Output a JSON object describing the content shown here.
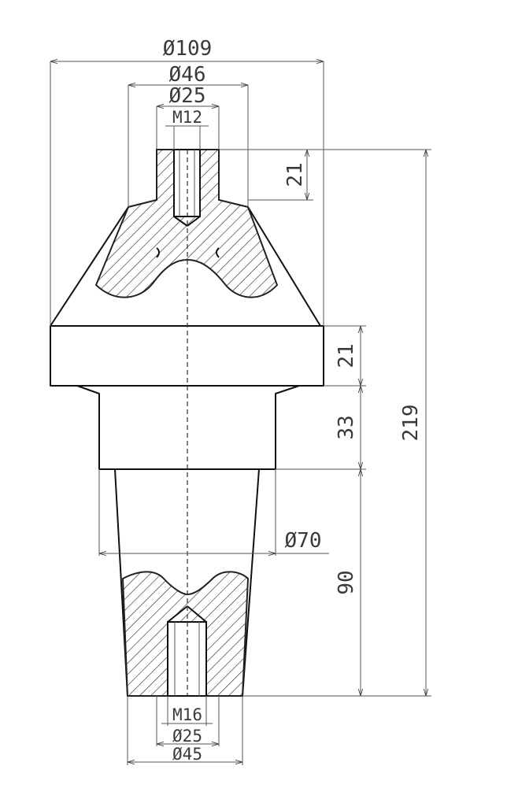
{
  "dimensions": {
    "top_outer_diameter": "Ø109",
    "top_mid_diameter": "Ø46",
    "top_inner_diameter": "Ø25",
    "top_thread": "M12",
    "top_thread_depth": "21",
    "flange_height": "21",
    "neck_height": "33",
    "overall_height": "219",
    "neck_diameter": "Ø70",
    "shank_length": "90",
    "bottom_thread": "M16",
    "bottom_inner_diameter": "Ø25",
    "bottom_outer_diameter": "Ø45"
  }
}
